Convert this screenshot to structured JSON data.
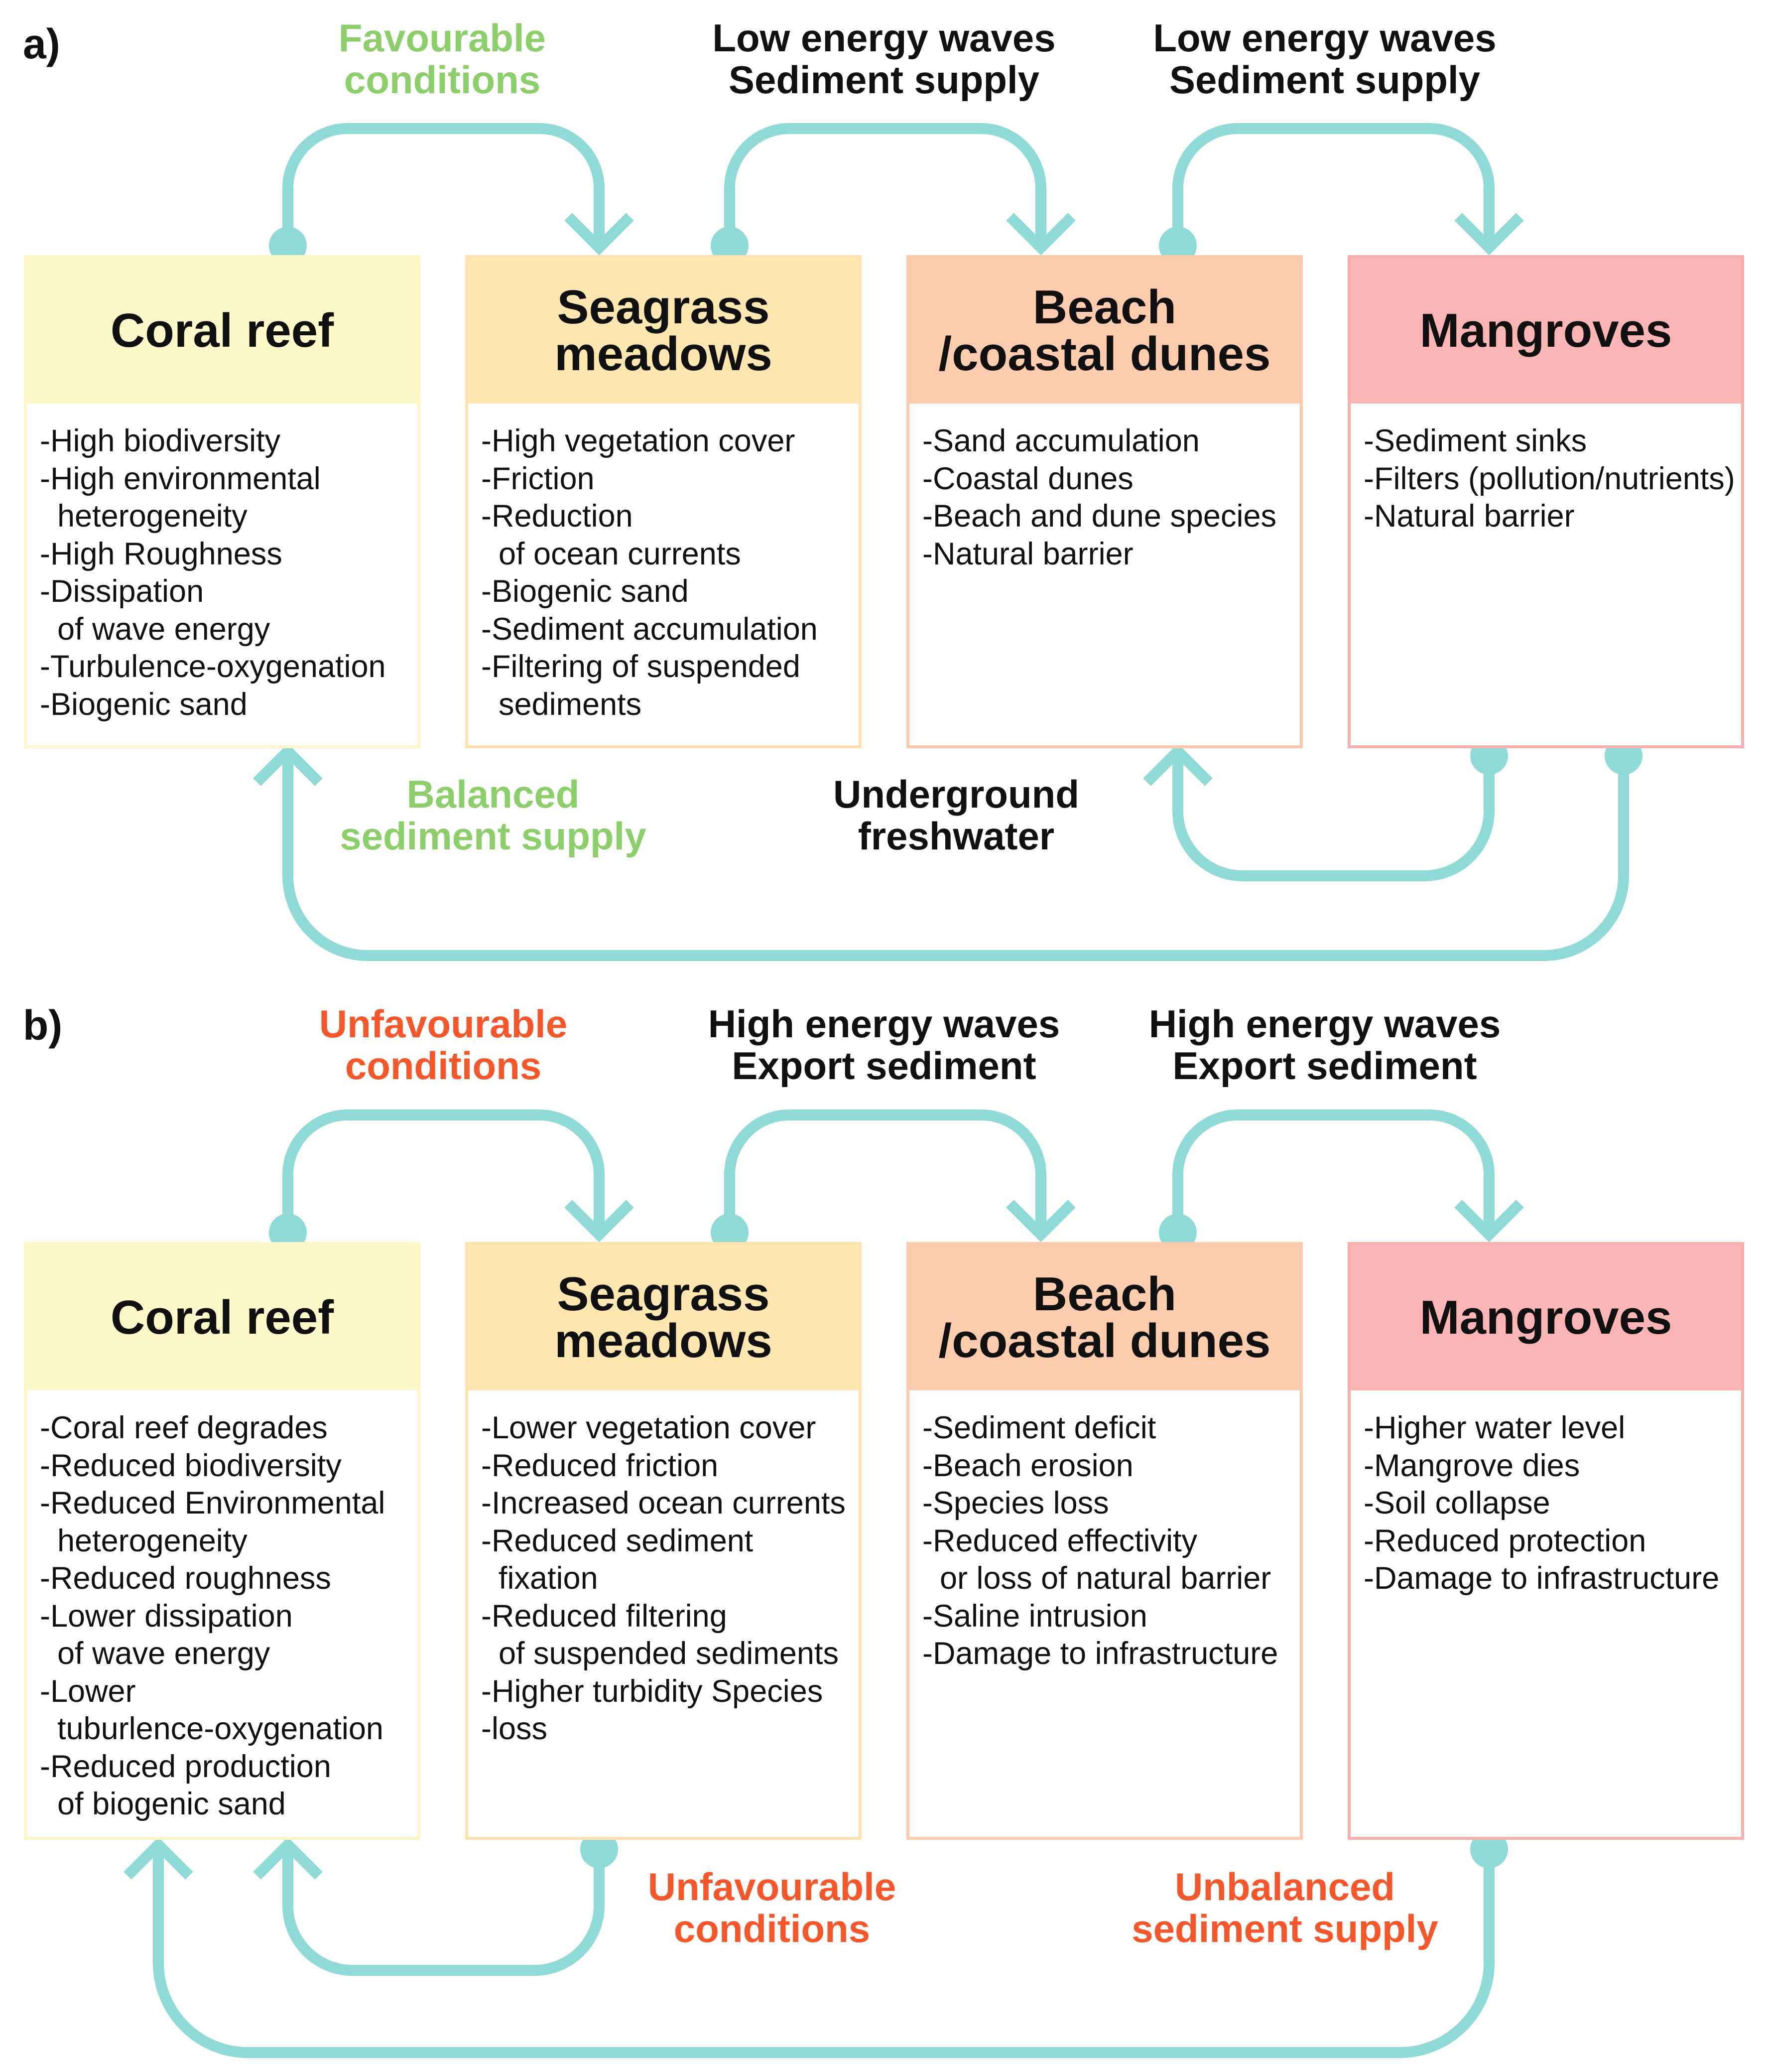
{
  "colors": {
    "arrow": "#8fd9d6",
    "favourable": "#8ccf6a",
    "unfavourable": "#f5562a",
    "coral_reef": "#fef9cb",
    "seagrass": "#fde6b0",
    "beach": "#fdcbad",
    "mangroves": "#fbb5b6"
  },
  "panel_a": {
    "label": "a)",
    "top_labels": [
      [
        "Favourable",
        "conditions"
      ],
      [
        "Low energy waves",
        "Sediment supply"
      ],
      [
        "Low energy waves",
        "Sediment supply"
      ]
    ],
    "bottom_labels": [
      [
        "Balanced",
        "sediment supply"
      ],
      [
        "Underground",
        "freshwater"
      ]
    ],
    "boxes": [
      {
        "title": [
          "Coral reef"
        ],
        "items": [
          "-High biodiversity",
          "-High environmental",
          "  heterogeneity",
          "-High Roughness",
          "-Dissipation",
          "  of wave energy",
          "-Turbulence-oxygenation",
          "-Biogenic sand"
        ]
      },
      {
        "title": [
          "Seagrass",
          "meadows"
        ],
        "items": [
          "-High vegetation cover",
          "-Friction",
          "-Reduction",
          "  of ocean currents",
          "-Biogenic sand",
          "-Sediment accumulation",
          "-Filtering of suspended",
          "  sediments"
        ]
      },
      {
        "title": [
          "Beach",
          "/coastal dunes"
        ],
        "items": [
          "-Sand accumulation",
          "-Coastal dunes",
          "-Beach and dune species",
          "-Natural barrier"
        ]
      },
      {
        "title": [
          "Mangroves"
        ],
        "items": [
          "-Sediment sinks",
          "-Filters (pollution/nutrients)",
          "-Natural barrier"
        ]
      }
    ]
  },
  "panel_b": {
    "label": "b)",
    "top_labels": [
      [
        "Unfavourable",
        "conditions"
      ],
      [
        "High energy waves",
        "Export sediment"
      ],
      [
        "High energy waves",
        "Export sediment"
      ]
    ],
    "bottom_labels": [
      [
        "Unfavourable",
        "conditions"
      ],
      [
        "Unbalanced",
        "sediment supply"
      ]
    ],
    "boxes": [
      {
        "title": [
          "Coral reef"
        ],
        "items": [
          "-Coral reef degrades",
          "-Reduced biodiversity",
          "-Reduced Environmental",
          "  heterogeneity",
          "-Reduced roughness",
          "-Lower dissipation",
          "  of wave energy",
          "-Lower",
          "  tuburlence-oxygenation",
          "-Reduced production",
          "  of biogenic sand"
        ]
      },
      {
        "title": [
          "Seagrass",
          "meadows"
        ],
        "items": [
          "-Lower vegetation cover",
          "-Reduced friction",
          "-Increased ocean currents",
          "-Reduced sediment",
          "  fixation",
          "-Reduced filtering",
          "  of suspended sediments",
          "-Higher turbidity Species",
          "-loss"
        ]
      },
      {
        "title": [
          "Beach",
          "/coastal dunes"
        ],
        "items": [
          "-Sediment deficit",
          "-Beach erosion",
          "-Species loss",
          "-Reduced effectivity",
          "  or loss of natural barrier",
          "-Saline intrusion",
          "-Damage to infrastructure"
        ]
      },
      {
        "title": [
          "Mangroves"
        ],
        "items": [
          "-Higher water level",
          "-Mangrove dies",
          "-Soil collapse",
          "-Reduced protection",
          "-Damage to infrastructure"
        ]
      }
    ]
  }
}
